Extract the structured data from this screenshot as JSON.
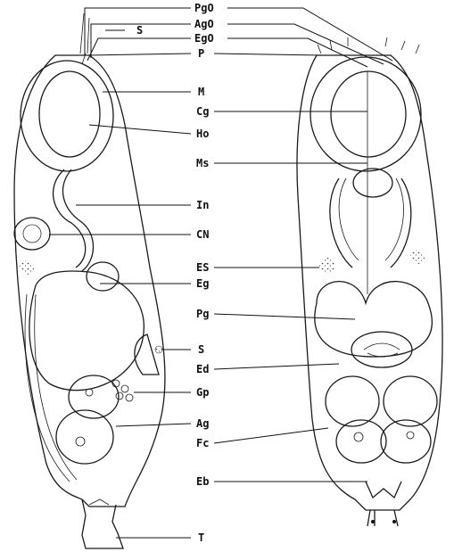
{
  "figure": {
    "labels": {
      "PgO": "PgO",
      "AgO": "AgO",
      "EgO": "EgO",
      "P": "P",
      "S_top": "S",
      "M": "M",
      "Cg": "Cg",
      "Ho": "Ho",
      "Ms": "Ms",
      "In": "In",
      "CN": "CN",
      "ES": "ES",
      "Eg": "Eg",
      "Pg": "Pg",
      "S_mid": "S",
      "Ed": "Ed",
      "Gp": "Gp",
      "Ag": "Ag",
      "Fc": "Fc",
      "Eb": "Eb",
      "T": "T"
    }
  }
}
